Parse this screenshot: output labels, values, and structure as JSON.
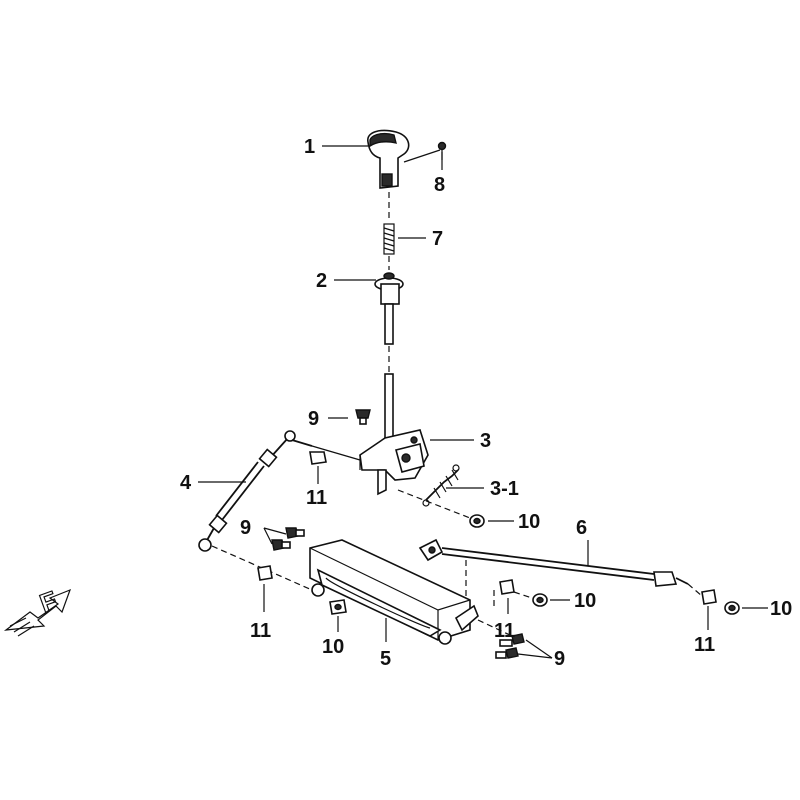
{
  "diagram": {
    "callouts": {
      "c1": "1",
      "c2": "2",
      "c3": "3",
      "c3_1": "3-1",
      "c4": "4",
      "c5": "5",
      "c6": "6",
      "c7": "7",
      "c8": "8",
      "c9_top": "9",
      "c9_left": "9",
      "c9_right": "9",
      "c10_a": "10",
      "c10_b": "10",
      "c10_c": "10",
      "c10_d": "10",
      "c11_a": "11",
      "c11_b": "11",
      "c11_c": "11",
      "c11_d": "11"
    },
    "front_indicator": "F"
  }
}
